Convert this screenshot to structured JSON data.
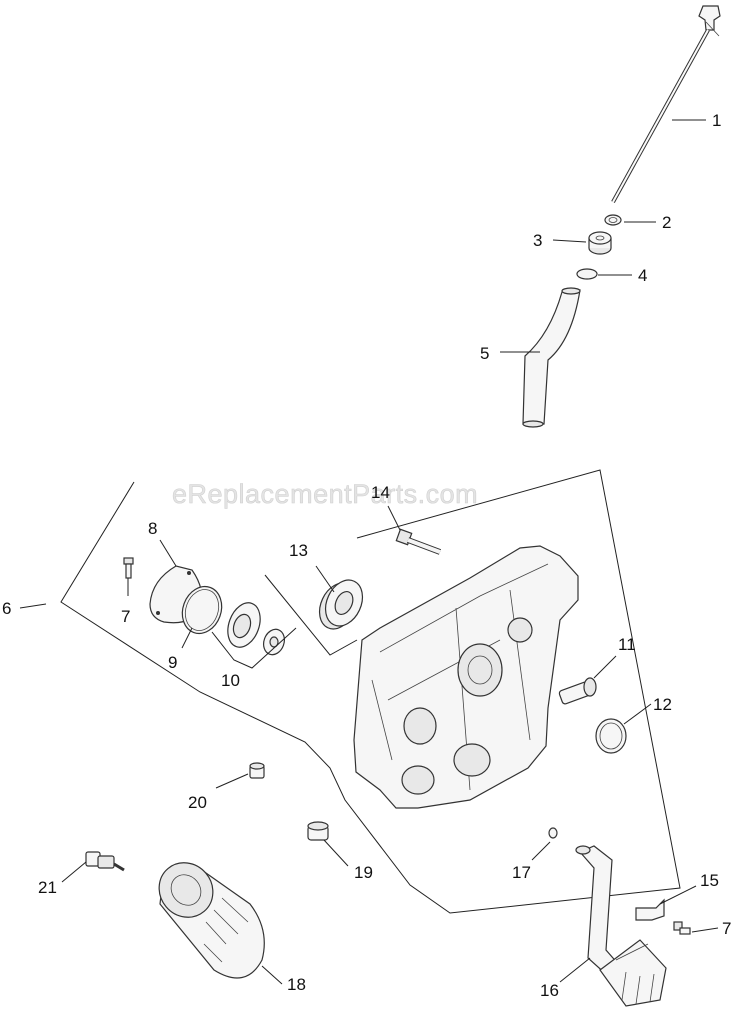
{
  "watermark": "eReplacementParts.com",
  "callouts": {
    "c1": "1",
    "c2": "2",
    "c3": "3",
    "c4": "4",
    "c5": "5",
    "c6": "6",
    "c7a": "7",
    "c7b": "7",
    "c8": "8",
    "c9": "9",
    "c10": "10",
    "c11": "11",
    "c12": "12",
    "c13": "13",
    "c14": "14",
    "c15": "15",
    "c16": "16",
    "c17": "17",
    "c18": "18",
    "c19": "19",
    "c20": "20",
    "c21": "21"
  }
}
